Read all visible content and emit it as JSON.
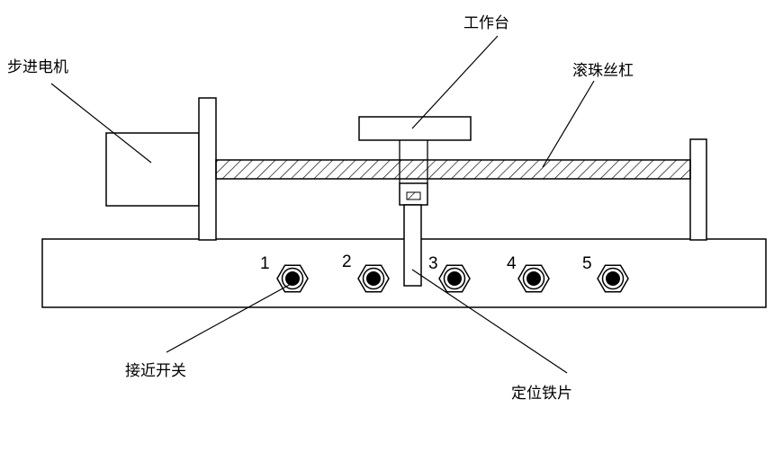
{
  "labels": {
    "motor": "步进电机",
    "table": "工作台",
    "screw": "滚珠丝杠",
    "switch": "接近开关",
    "plate": "定位铁片"
  },
  "switch_numbers": [
    "1",
    "2",
    "3",
    "4",
    "5"
  ],
  "colors": {
    "line": "#000000",
    "background": "#ffffff"
  }
}
